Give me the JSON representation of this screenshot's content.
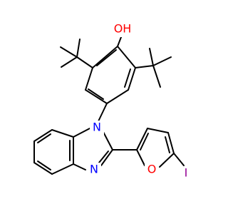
{
  "colors": {
    "bond": "#000000",
    "O": "#ff0000",
    "N": "#0000ff",
    "I": "#940094",
    "background": "#ffffff"
  },
  "atoms": {
    "hydroxyl_OH": "OH",
    "benzimidazole_N1": "N",
    "benzimidazole_N3": "N",
    "furan_O": "O",
    "iodine": "I"
  }
}
